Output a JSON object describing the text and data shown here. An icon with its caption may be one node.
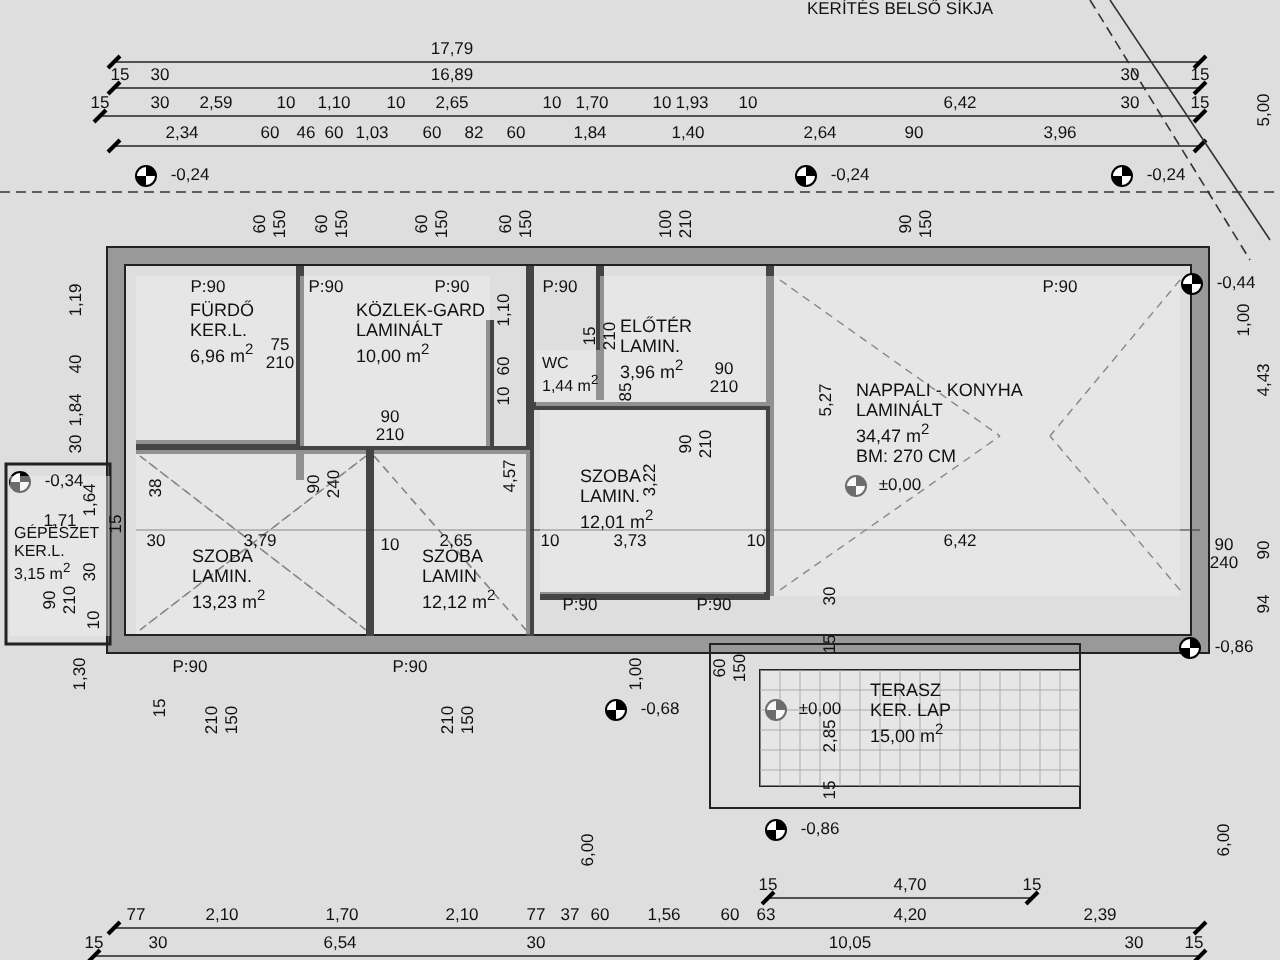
{
  "diagram": {
    "nodes": [
      {
        "text": [
          "FÜRDŐ",
          "KER.L.",
          "6,96 m$^{2}$"
        ]
      },
      {
        "text": [
          "KÖZLEK-GARD",
          "LAMINÁLT",
          "10,00 m$^{2}$"
        ]
      },
      {
        "text": [
          "WC",
          "1,44 m$^{2}$"
        ]
      },
      {
        "text": [
          "ELŐTÉR",
          "LAMIN.",
          "3,96 m$^{2}$"
        ]
      },
      {
        "text": [
          "NAPPALI - KONYHA",
          "LAMINÁLT",
          "34,47 m$^{2}$",
          "BM: 270 CM"
        ]
      },
      {
        "text": [
          "SZOBA",
          "LAMIN.",
          "12,01 m$^{2}$"
        ]
      },
      {
        "text": [
          "GÉPÉSZET",
          "KER.L.",
          "3,15 m$^{2}$"
        ]
      },
      {
        "text": [
          "SZOBA",
          "LAMIN.",
          "13,23 m$^{2}$"
        ]
      },
      {
        "text": [
          "SZOBA",
          "LAMIN",
          "12,12 m$^{2}$"
        ]
      },
      {
        "text": [
          "TERASZ",
          "KER. LAP",
          "15,00 m$^{2}$"
        ]
      }
    ],
    "labels": [
      "KERÍTÉS BELSŐ SÍKJA",
      "17,79",
      "15",
      "30",
      "16,89",
      "30",
      "15",
      "15",
      "30",
      "2,59",
      "10",
      "1,10",
      "10",
      "2,65",
      "10",
      "1,70",
      "10",
      "1,93",
      "10",
      "6,42",
      "30",
      "15",
      "2,34",
      "60",
      "46",
      "60",
      "1,03",
      "60",
      "82",
      "60",
      "1,84",
      "1,40",
      "2,64",
      "90",
      "3,96",
      "5,00",
      "-0,24",
      "-0,24",
      "-0,24",
      "60",
      "150",
      "60",
      "150",
      "60",
      "150",
      "60",
      "150",
      "100",
      "210",
      "90",
      "150",
      "1,19",
      "40",
      "1,84",
      "30",
      "P:90",
      "P:90",
      "P:90",
      "P:90",
      "P:90",
      "-0,44",
      "1,00",
      "4,43",
      "75",
      "210",
      "1,10",
      "60",
      "10",
      "15",
      "210",
      "85",
      "90",
      "210",
      "90",
      "210",
      "90",
      "210",
      "90",
      "240",
      "-0,34",
      "1,64",
      "38",
      "4,57",
      "3,22",
      "5,27",
      "±0,00",
      "1,71",
      "15",
      "30",
      "3,79",
      "10",
      "2,65",
      "10",
      "3,73",
      "10",
      "6,42",
      "90",
      "240",
      "90",
      "90",
      "210",
      "30",
      "10",
      "P:90",
      "P:90",
      "30",
      "94",
      "1,30",
      "P:90",
      "P:90",
      "1,00",
      "60",
      "150",
      "15",
      "-0,86",
      "15",
      "210",
      "150",
      "210",
      "150",
      "-0,68",
      "±0,00",
      "2,85",
      "15",
      "-0,86",
      "6,00",
      "6,00",
      "15",
      "4,70",
      "15",
      "77",
      "2,10",
      "1,70",
      "2,10",
      "77",
      "37",
      "60",
      "1,56",
      "60",
      "63",
      "4,20",
      "2,39",
      "15",
      "30",
      "6,54",
      "30",
      "10,05",
      "30",
      "15"
    ]
  }
}
